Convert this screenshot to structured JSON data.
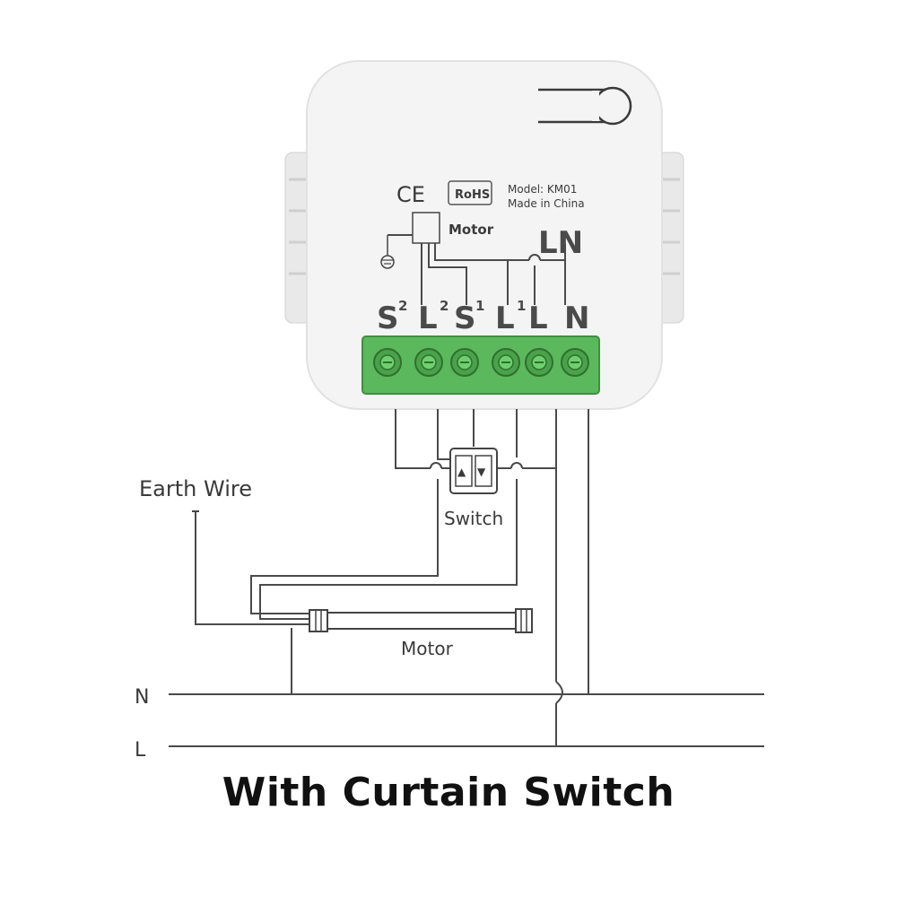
{
  "device": {
    "ce_mark": "CE",
    "rohs_badge": "RoHS",
    "model_line": "Model:  KM01",
    "origin_line": "Made in China",
    "internal_motor_label": "Motor",
    "internal_ln_label": "LN",
    "terminals": [
      {
        "letter": "S",
        "sup": "2"
      },
      {
        "letter": "L",
        "sup": "2"
      },
      {
        "letter": "S",
        "sup": "1"
      },
      {
        "letter": "L",
        "sup": "1"
      },
      {
        "letter": "L",
        "sup": ""
      },
      {
        "letter": "N",
        "sup": ""
      }
    ],
    "body_color": "#f4f4f4",
    "terminal_block_color": "#5cb85c"
  },
  "wiring": {
    "earth_wire_label": "Earth Wire",
    "switch_label": "Switch",
    "switch_up_symbol": "▲",
    "switch_down_symbol": "▼",
    "motor_label": "Motor",
    "n_line_label": "N",
    "l_line_label": "L"
  },
  "caption": "With Curtain Switch"
}
